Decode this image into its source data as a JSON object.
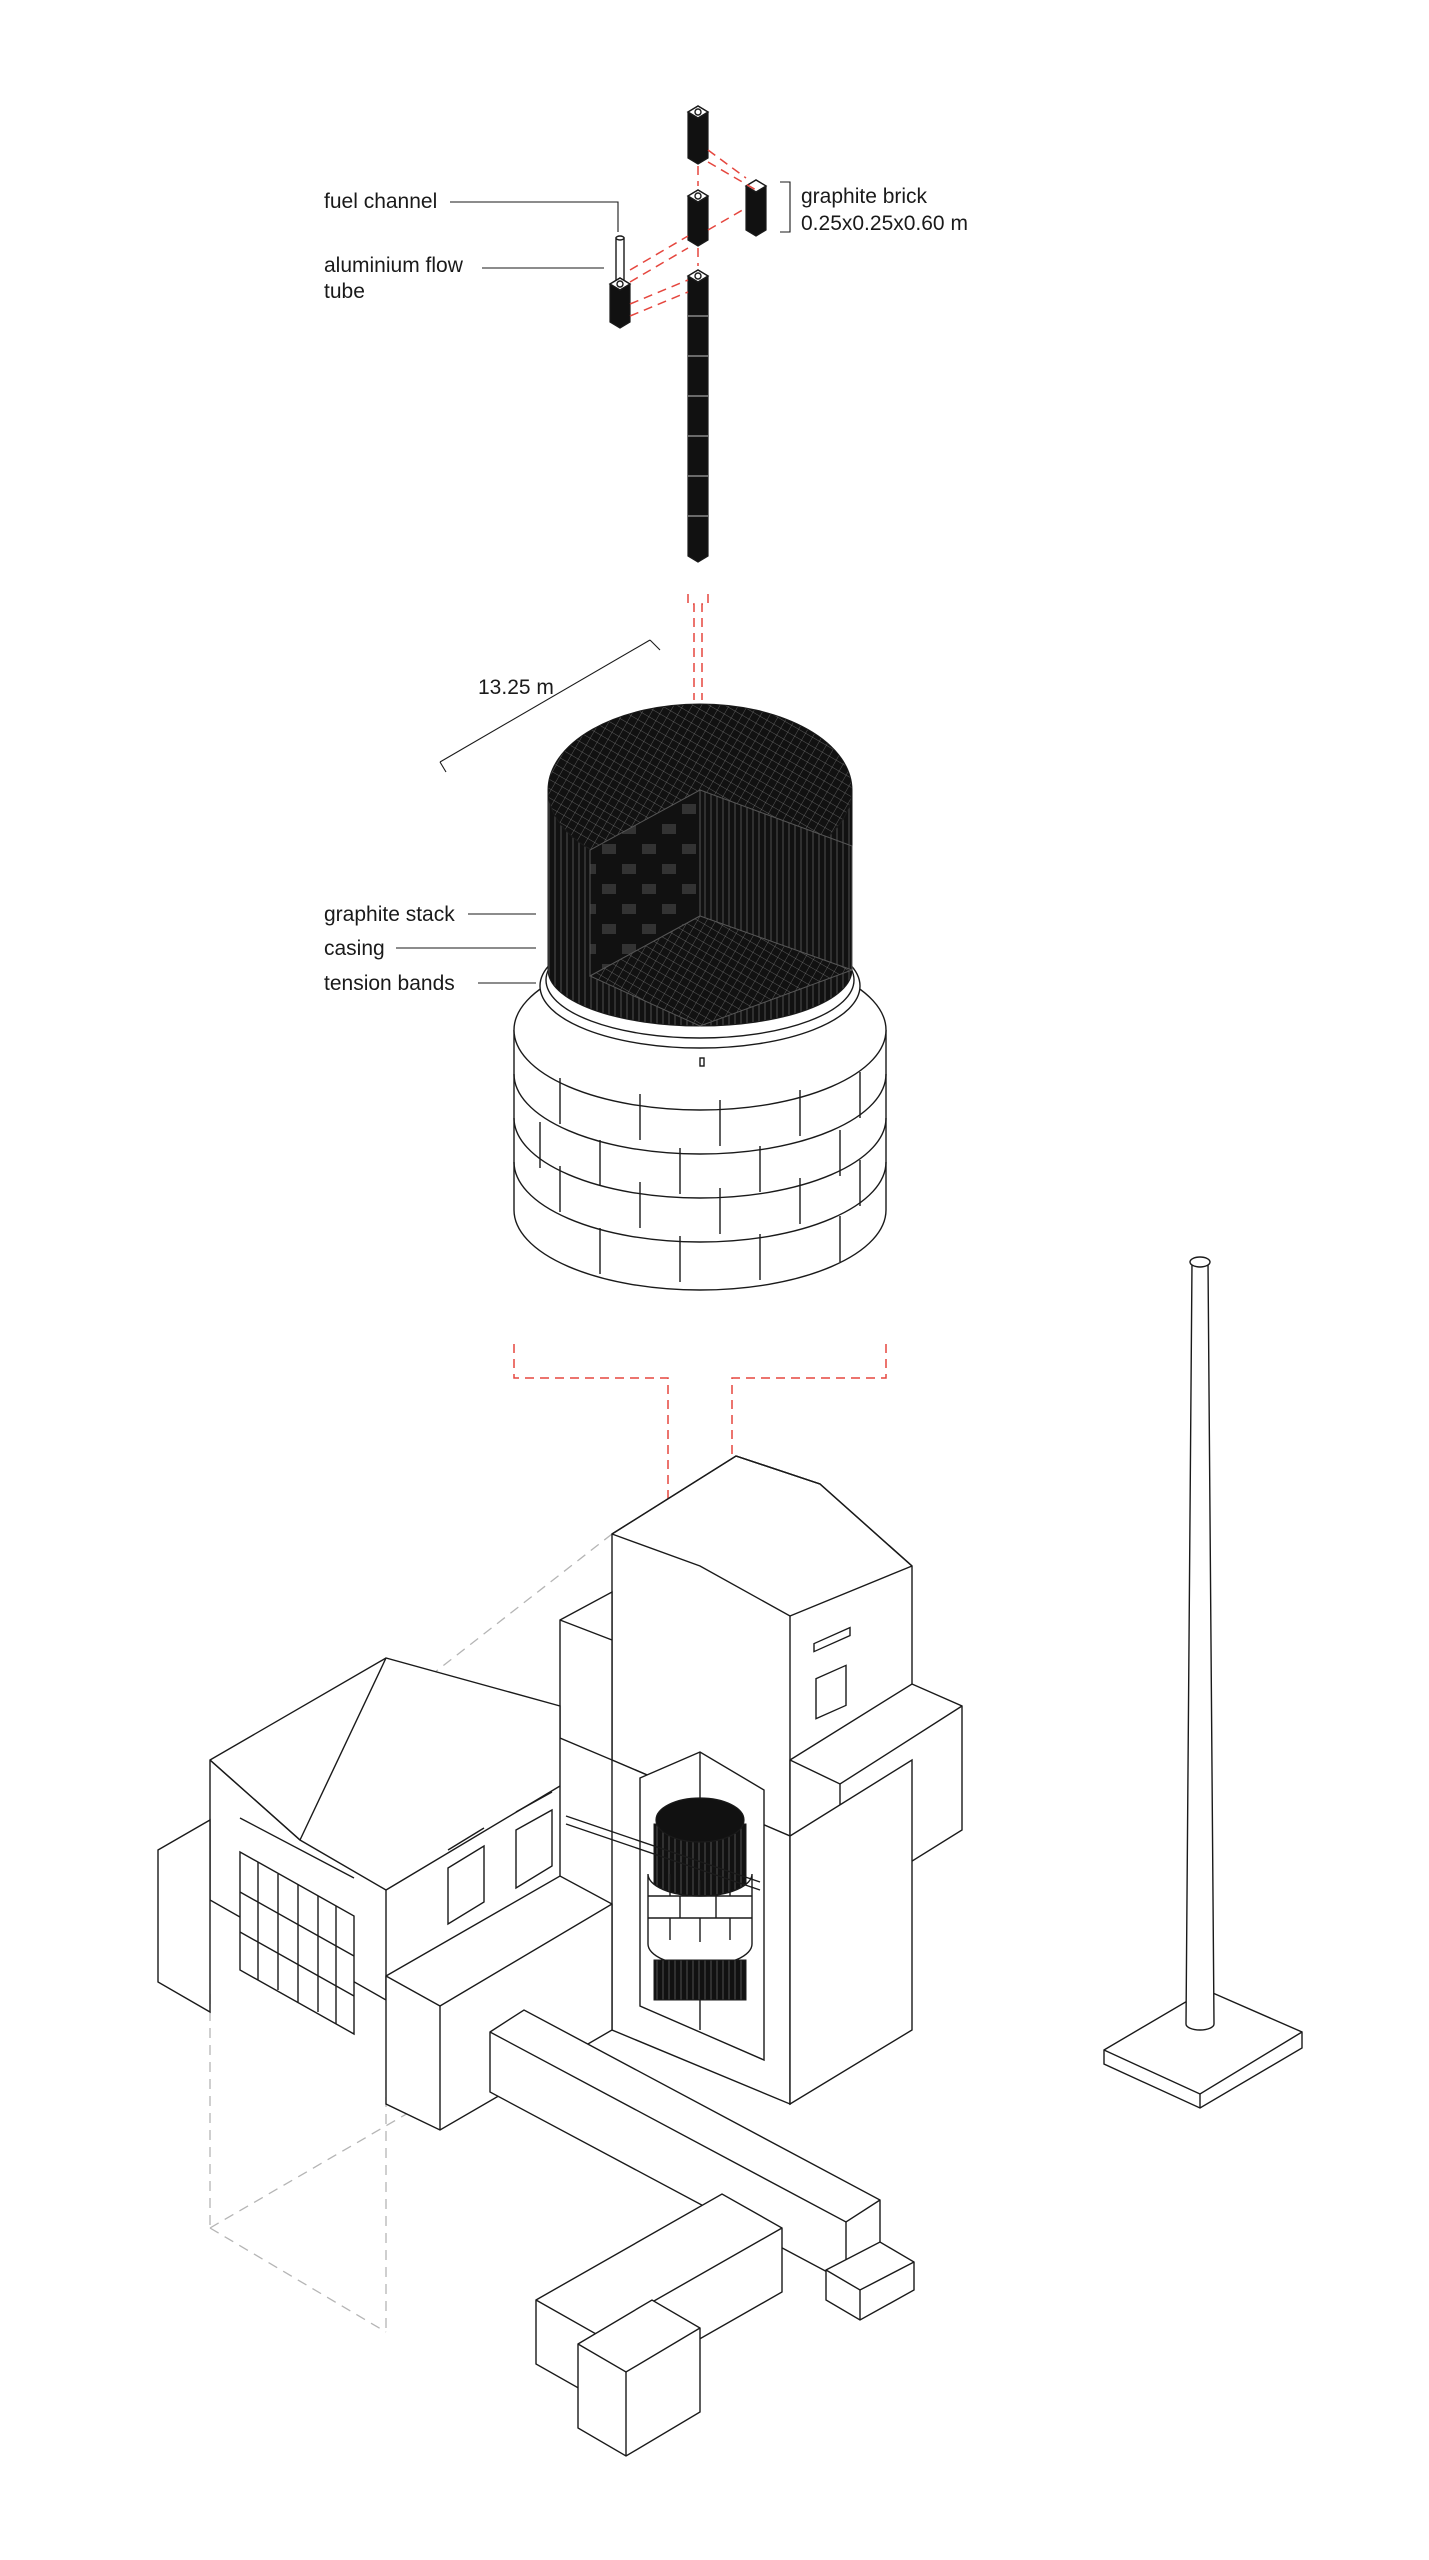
{
  "labels": {
    "fuel_channel": "fuel channel",
    "aluminium_flow_tube_line1": "aluminium flow",
    "aluminium_flow_tube_line2": "tube",
    "graphite_brick_line1": "graphite brick",
    "graphite_brick_line2": "0.25x0.25x0.60 m",
    "dimension": "13.25 m",
    "graphite_stack": "graphite stack",
    "casing": "casing",
    "tension_bands": "tension bands"
  },
  "colors": {
    "ink": "#1a1a1a",
    "dark_fill": "#111111",
    "exploded_guide": "#e5463e",
    "hidden_guide": "#b5b5b5",
    "background": "#ffffff"
  }
}
